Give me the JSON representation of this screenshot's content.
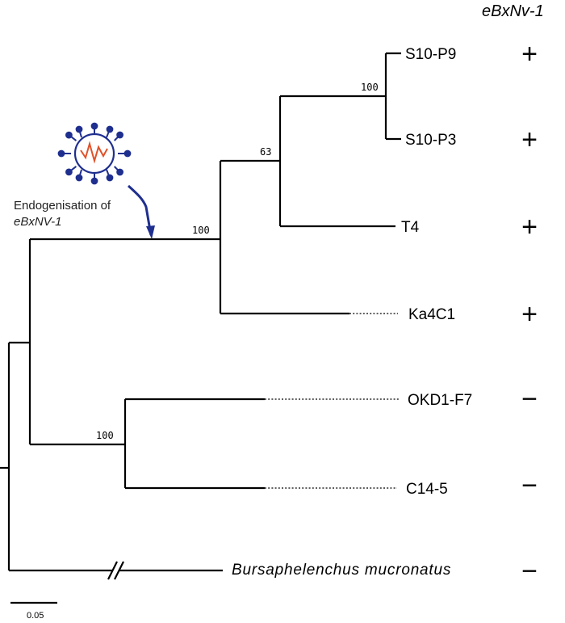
{
  "header": {
    "presence_column": "eBxNv-1"
  },
  "annotation": {
    "line1": "Endogenisation of",
    "line2": "eBxNV-1",
    "virus_icon": "virus-icon",
    "arrow_icon": "curved-arrow-icon",
    "colors": {
      "virus": "#1f2f8f",
      "genome": "#e0522a",
      "arrow": "#1f2f8f"
    }
  },
  "taxa": [
    {
      "name": "S10-P9",
      "presence": "+"
    },
    {
      "name": "S10-P3",
      "presence": "+"
    },
    {
      "name": "T4",
      "presence": "+"
    },
    {
      "name": "Ka4C1",
      "presence": "+"
    },
    {
      "name": "OKD1-F7",
      "presence": "−"
    },
    {
      "name": "C14-5",
      "presence": "−"
    },
    {
      "name": "Bursaphelenchus mucronatus",
      "presence": "−"
    }
  ],
  "support_values": {
    "s10_clade": "100",
    "t4_clade": "63",
    "ingroup_plus": "100",
    "okd_c14_clade": "100"
  },
  "scale_bar": {
    "label": "0.05"
  }
}
